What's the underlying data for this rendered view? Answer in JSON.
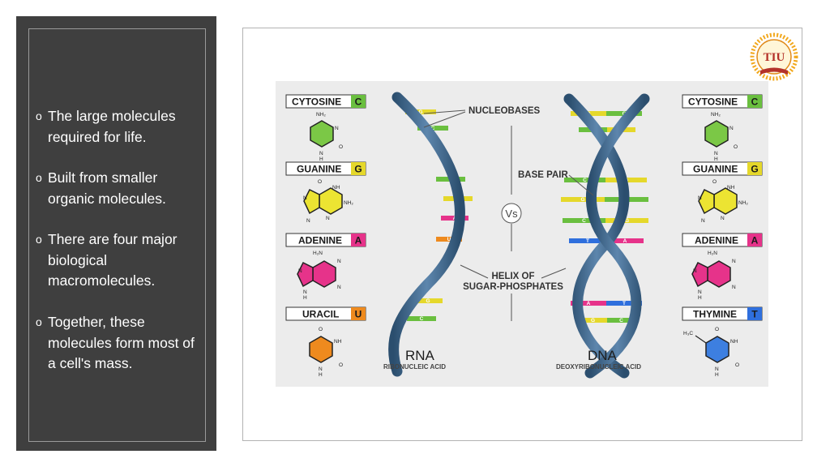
{
  "bullets": [
    "The large molecules required for life.",
    "Built from smaller organic molecules.",
    "There are four major biological macromolecules.",
    "Together, these molecules form most of a cell's mass."
  ],
  "bullet_marker": "o",
  "logo": {
    "text": "TIU"
  },
  "diagram": {
    "rna_title": "RNA",
    "rna_subtitle": "RIBONUCLEIC ACID",
    "dna_title": "DNA",
    "dna_subtitle": "DEOXYRIBONUCLEIC ACID",
    "vs": "Vs",
    "callout_nucleobases": "NUCLEOBASES",
    "callout_base_pair": "BASE PAIR",
    "callout_helix_1": "HELIX OF",
    "callout_helix_2": "SUGAR-PHOSPHATES",
    "rna_bases": [
      {
        "name": "CYTOSINE",
        "letter": "C",
        "color": "#6abf3f"
      },
      {
        "name": "GUANINE",
        "letter": "G",
        "color": "#e5d82b"
      },
      {
        "name": "ADENINE",
        "letter": "A",
        "color": "#e6338a"
      },
      {
        "name": "URACIL",
        "letter": "U",
        "color": "#ee8a1e"
      }
    ],
    "dna_bases": [
      {
        "name": "CYTOSINE",
        "letter": "C",
        "color": "#6abf3f"
      },
      {
        "name": "GUANINE",
        "letter": "G",
        "color": "#e5d82b"
      },
      {
        "name": "ADENINE",
        "letter": "A",
        "color": "#e6338a"
      },
      {
        "name": "THYMINE",
        "letter": "T",
        "color": "#2f6fdd"
      }
    ],
    "atoms": {
      "nh": "NH",
      "nh2": "NH₂",
      "h2n": "H₂N",
      "h3c": "H₃C",
      "n": "N",
      "h": "H",
      "o": "O"
    },
    "rna_rungs": [
      "G",
      "C",
      "C",
      "G",
      "A",
      "U",
      "G",
      "C"
    ],
    "dna_rungs_left": [
      "G",
      "C",
      "C",
      "G",
      "C",
      "T",
      "A",
      "G",
      "C"
    ],
    "dna_rungs_right": [
      "C",
      "G",
      "G",
      "C",
      "G",
      "A",
      "T",
      "C",
      "G"
    ]
  }
}
